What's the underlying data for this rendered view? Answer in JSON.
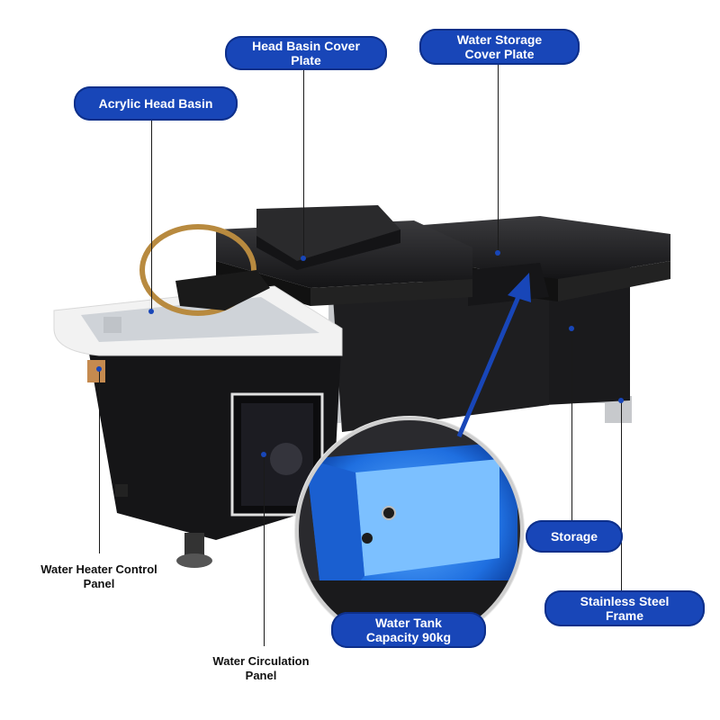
{
  "labels": {
    "acrylic_head_basin": "Acrylic Head Basin",
    "head_basin_cover_plate_1": "Head Basin Cover",
    "head_basin_cover_plate_2": "Plate",
    "water_storage_cover_1": "Water Storage",
    "water_storage_cover_2": "Cover Plate",
    "storage": "Storage",
    "stainless_1": "Stainless Steel",
    "stainless_2": "Frame",
    "water_tank_1": "Water Tank",
    "water_tank_2": "Capacity 90kg",
    "heater_1": "Water Heater Control",
    "heater_2": "Panel",
    "circulation_1": "Water Circulation",
    "circulation_2": "Panel"
  },
  "colors": {
    "label_blue": "#1846b8",
    "leather_black": "#1b1b1d",
    "tank_blue": "#1f6fe0",
    "steel": "#b9bcc0"
  }
}
